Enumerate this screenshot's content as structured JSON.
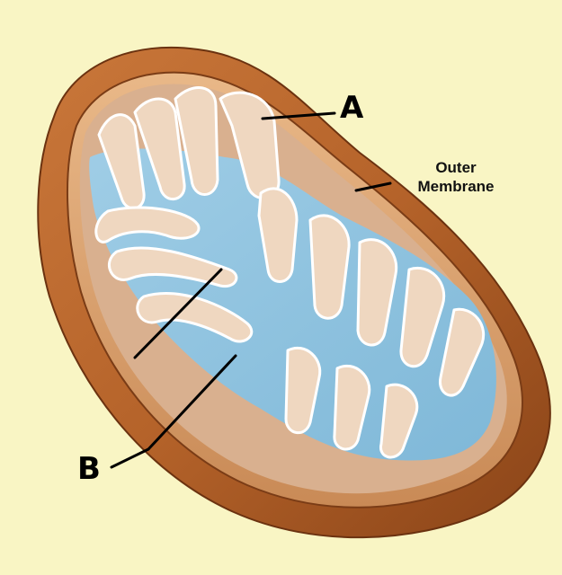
{
  "labels": {
    "a": "A",
    "b": "B",
    "outer_membrane_line1": "Outer",
    "outer_membrane_line2": "Membrane"
  },
  "colors": {
    "background": "#f9f5c4",
    "outer_membrane": "#b5632a",
    "outer_membrane_dark": "#7a3c16",
    "inner_space": "#d9b08f",
    "cristae": "#efd7c0",
    "matrix": "#8ec3e0",
    "leader_line": "#000000"
  }
}
